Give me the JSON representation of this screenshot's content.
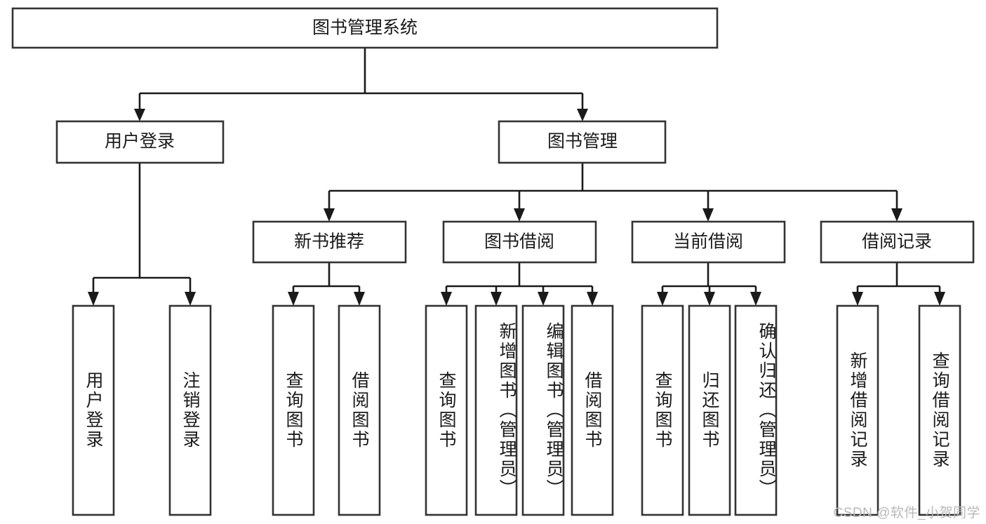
{
  "diagram": {
    "type": "tree-hierarchy",
    "title": "图书管理系统",
    "watermark": "CSDN @软件_小贺同学",
    "colors": {
      "box_fill": "#ffffff",
      "box_stroke": "#333333",
      "edge": "#1a1a1a",
      "text": "#1a1a1a",
      "watermark": "#b9b9b9",
      "background": "#ffffff"
    },
    "levels": [
      {
        "level": 1,
        "nodes": [
          {
            "id": "root",
            "label": "图书管理系统",
            "orientation": "horizontal"
          }
        ]
      },
      {
        "level": 2,
        "nodes": [
          {
            "id": "login",
            "label": "用户登录",
            "orientation": "horizontal",
            "parent": "root"
          },
          {
            "id": "bookmgmt",
            "label": "图书管理",
            "orientation": "horizontal",
            "parent": "root"
          }
        ]
      },
      {
        "level": 3,
        "nodes": [
          {
            "id": "newbook",
            "label": "新书推荐",
            "orientation": "horizontal",
            "parent": "bookmgmt"
          },
          {
            "id": "borrow",
            "label": "图书借阅",
            "orientation": "horizontal",
            "parent": "bookmgmt"
          },
          {
            "id": "current",
            "label": "当前借阅",
            "orientation": "horizontal",
            "parent": "bookmgmt"
          },
          {
            "id": "records",
            "label": "借阅记录",
            "orientation": "horizontal",
            "parent": "bookmgmt"
          }
        ]
      },
      {
        "level": 4,
        "nodes": [
          {
            "id": "leaf-user-login",
            "label": "用户登录",
            "orientation": "vertical",
            "parent": "login"
          },
          {
            "id": "leaf-user-logout",
            "label": "注销登录",
            "orientation": "vertical",
            "parent": "login"
          },
          {
            "id": "leaf-query-book-1",
            "label": "查询图书",
            "orientation": "vertical",
            "parent": "newbook"
          },
          {
            "id": "leaf-borrow-book-1",
            "label": "借阅图书",
            "orientation": "vertical",
            "parent": "newbook"
          },
          {
            "id": "leaf-query-book-2",
            "label": "查询图书",
            "orientation": "vertical",
            "parent": "borrow"
          },
          {
            "id": "leaf-add-book",
            "label": "新增图书（管理员）",
            "orientation": "vertical",
            "parent": "borrow"
          },
          {
            "id": "leaf-edit-book",
            "label": "编辑图书（管理员）",
            "orientation": "vertical",
            "parent": "borrow"
          },
          {
            "id": "leaf-borrow-book-2",
            "label": "借阅图书",
            "orientation": "vertical",
            "parent": "borrow"
          },
          {
            "id": "leaf-query-book-3",
            "label": "查询图书",
            "orientation": "vertical",
            "parent": "current"
          },
          {
            "id": "leaf-return-book",
            "label": "归还图书",
            "orientation": "vertical",
            "parent": "current"
          },
          {
            "id": "leaf-confirm-return",
            "label": "确认归还（管理员）",
            "orientation": "vertical",
            "parent": "current"
          },
          {
            "id": "leaf-add-record",
            "label": "新增借阅记录",
            "orientation": "vertical",
            "parent": "records"
          },
          {
            "id": "leaf-query-record",
            "label": "查询借阅记录",
            "orientation": "vertical",
            "parent": "records"
          }
        ]
      }
    ]
  }
}
